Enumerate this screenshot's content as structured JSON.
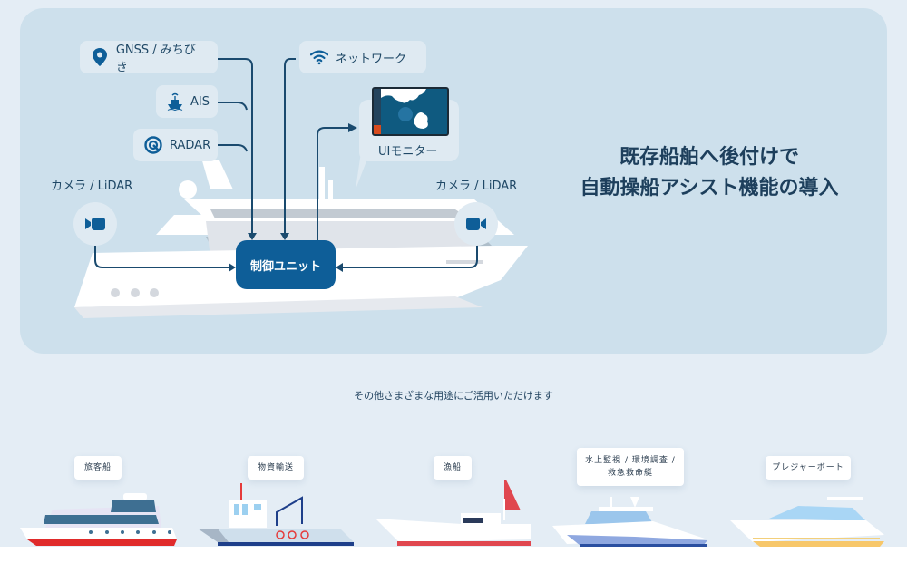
{
  "diagram": {
    "inputs": [
      {
        "id": "gnss",
        "label": "GNSS / みちびき",
        "icon": "location-pin-icon"
      },
      {
        "id": "ais",
        "label": "AIS",
        "icon": "ais-ship-antenna-icon"
      },
      {
        "id": "radar",
        "label": "RADAR",
        "icon": "radar-icon"
      },
      {
        "id": "network",
        "label": "ネットワーク",
        "icon": "wifi-icon"
      }
    ],
    "monitor": {
      "label": "UIモニター",
      "icon": "ui-monitor-map-icon"
    },
    "cameras": [
      {
        "side": "left",
        "label": "カメラ / LiDAR",
        "icon": "video-camera-icon"
      },
      {
        "side": "right",
        "label": "カメラ / LiDAR",
        "icon": "video-camera-icon"
      }
    ],
    "control_unit": {
      "label": "制御ユニット"
    },
    "headline": {
      "line1": "既存船舶へ後付けで",
      "line2": "自動操船アシスト機能の導入"
    }
  },
  "usecases": {
    "subtitle": "その他さまざまな用途にご活用いただけます",
    "items": [
      {
        "label": "旅客船",
        "icon": "passenger-ship-icon"
      },
      {
        "label": "物資輸送",
        "icon": "cargo-ship-icon"
      },
      {
        "label": "漁船",
        "icon": "fishing-boat-icon"
      },
      {
        "label_line1": "水上監視 / 環境調査 /",
        "label_line2": "救急救命艇",
        "icon": "patrol-boat-icon"
      },
      {
        "label": "プレジャーボート",
        "icon": "pleasure-boat-icon"
      }
    ]
  },
  "colors": {
    "primary": "#0e5e98",
    "line": "#1a4a6e",
    "panel_bg": "#cde0ec",
    "page_bg": "#e4edf5"
  }
}
